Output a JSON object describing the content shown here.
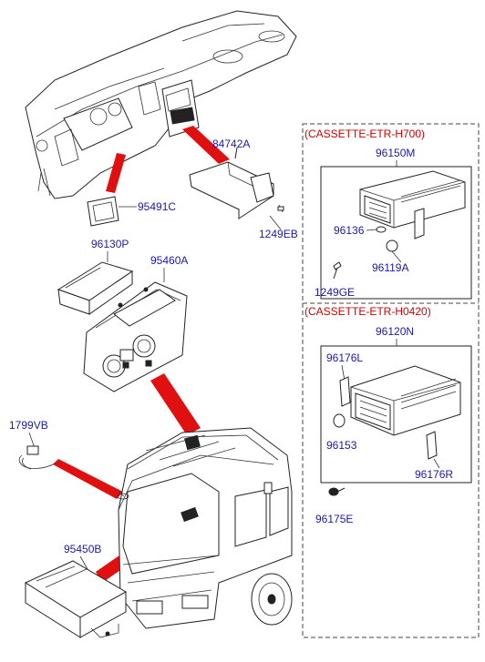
{
  "part_labels": {
    "p84742A": "84742A",
    "p95491C": "95491C",
    "p1249EB": "1249EB",
    "p96130P": "96130P",
    "p95460A": "95460A",
    "p1799VB": "1799VB",
    "p95450B": "95450B"
  },
  "box_h700": {
    "title": "(CASSETTE-ETR-H700)",
    "assembly": "96150M",
    "p96136": "96136",
    "p96119A": "96119A",
    "p1249GE": "1249GE"
  },
  "box_h0420": {
    "title": "(CASSETTE-ETR-H0420)",
    "assembly": "96120N",
    "p96176L": "96176L",
    "p96153": "96153",
    "p96176R": "96176R",
    "p96175E": "96175E"
  },
  "colors": {
    "part_number": "#1a1aa8",
    "box_title": "#cc0000",
    "pointer_arrow": "#e01010"
  }
}
